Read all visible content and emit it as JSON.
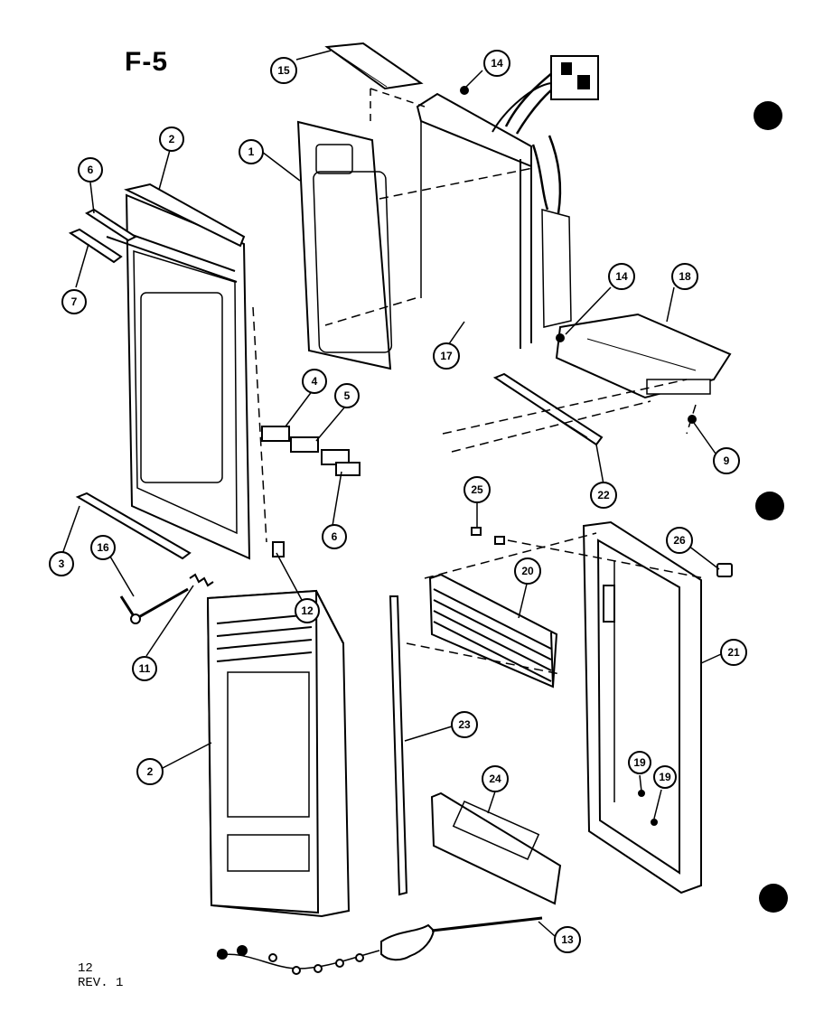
{
  "figure_id": "F-5",
  "page_number": "12",
  "revision": "REV. 1",
  "part_callouts": [
    {
      "label": "1"
    },
    {
      "label": "2"
    },
    {
      "label": "2"
    },
    {
      "label": "3"
    },
    {
      "label": "4"
    },
    {
      "label": "5"
    },
    {
      "label": "6"
    },
    {
      "label": "6"
    },
    {
      "label": "7"
    },
    {
      "label": "9"
    },
    {
      "label": "11"
    },
    {
      "label": "12"
    },
    {
      "label": "13"
    },
    {
      "label": "14"
    },
    {
      "label": "14"
    },
    {
      "label": "15"
    },
    {
      "label": "16"
    },
    {
      "label": "17"
    },
    {
      "label": "18"
    },
    {
      "label": "19"
    },
    {
      "label": "19"
    },
    {
      "label": "20"
    },
    {
      "label": "21"
    },
    {
      "label": "22"
    },
    {
      "label": "23"
    },
    {
      "label": "24"
    },
    {
      "label": "25"
    },
    {
      "label": "26"
    }
  ],
  "colors": {
    "ink": "#000000",
    "paper": "#ffffff"
  }
}
